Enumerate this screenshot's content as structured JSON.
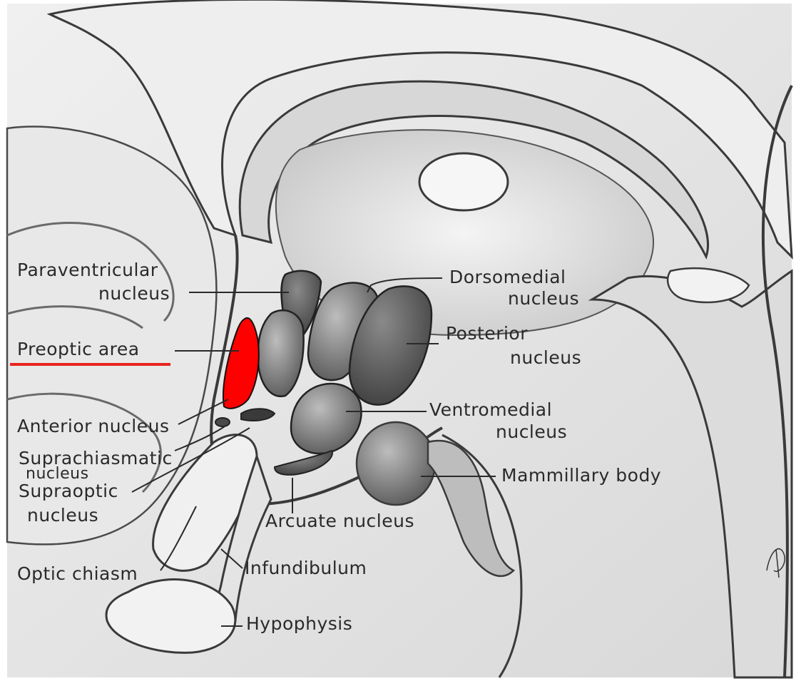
{
  "figure": {
    "labels": {
      "paraventricular_1": "Paraventricular",
      "paraventricular_2": "nucleus",
      "preoptic": "Preoptic area",
      "anterior": "Anterior nucleus",
      "suprachiasmatic_1": "Suprachiasmatic",
      "suprachiasmatic_2": "nucleus",
      "supraoptic_1": "Supraoptic",
      "supraoptic_2": "nucleus",
      "optic_chiasm": "Optic chiasm",
      "dorsomedial_1": "Dorsomedial",
      "dorsomedial_2": "nucleus",
      "posterior_1": "Posterior",
      "posterior_2": "nucleus",
      "ventromedial_1": "Ventromedial",
      "ventromedial_2": "nucleus",
      "mammillary": "Mammillary body",
      "arcuate": "Arcuate nucleus",
      "infundibulum": "Infundibulum",
      "hypophysis": "Hypophysis"
    },
    "highlight": {
      "region": "Preoptic area",
      "color": "#ff0000"
    },
    "colors": {
      "background": "#ffffff",
      "ink": "#2a2a2a",
      "tissue_light": "#e6e6e6",
      "tissue_mid": "#9a9a9a",
      "tissue_dark": "#4a4a4a"
    }
  }
}
